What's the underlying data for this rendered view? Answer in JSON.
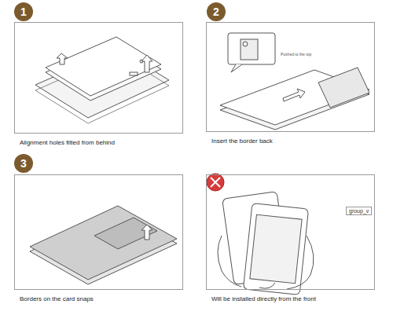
{
  "diagram": {
    "nodes": [
      {
        "text": [
          "Alignment holes fitted from behind"
        ]
      },
      {
        "text": [
          "Insert the border back"
        ]
      },
      {
        "text": [
          "Borders on the card snaps"
        ]
      },
      {
        "text": [
          "Will be installed directly from the front"
        ]
      }
    ],
    "labels": [
      "1",
      "2",
      "3",
      "Pushed to the top",
      "group_v"
    ]
  }
}
